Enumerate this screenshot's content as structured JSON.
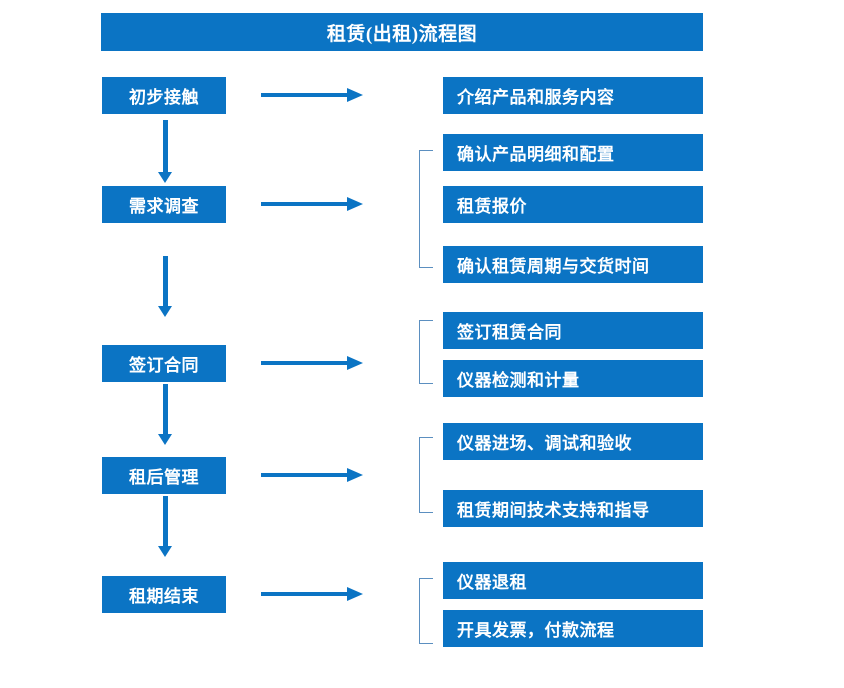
{
  "theme": {
    "box_fill": "#0B74C4",
    "box_text": "#FFFFFF",
    "arrow_color": "#0B74C4",
    "bracket_color": "#5B8FC0",
    "background": "#FFFFFF"
  },
  "title": "租赁(出租)流程图",
  "chart_data": {
    "type": "diagram",
    "title": "租赁(出租)流程图",
    "orientation": "vertical-main-flow-with-horizontal-detail-branches",
    "stages": [
      {
        "id": "stage-1",
        "label": "初步接触",
        "details": [
          "介绍产品和服务内容"
        ],
        "has_bracket": false
      },
      {
        "id": "stage-2",
        "label": "需求调查",
        "details": [
          "确认产品明细和配置",
          "租赁报价",
          "确认租赁周期与交货时间"
        ],
        "has_bracket": true
      },
      {
        "id": "stage-3",
        "label": "签订合同",
        "details": [
          "签订租赁合同",
          "仪器检测和计量"
        ],
        "has_bracket": true
      },
      {
        "id": "stage-4",
        "label": "租后管理",
        "details": [
          "仪器进场、调试和验收",
          "租赁期间技术支持和指导"
        ],
        "has_bracket": true
      },
      {
        "id": "stage-5",
        "label": "租期结束",
        "details": [
          "仪器退租",
          "开具发票，付款流程"
        ],
        "has_bracket": true
      }
    ],
    "flow_order": [
      "初步接触",
      "需求调查",
      "签订合同",
      "租后管理",
      "租期结束"
    ]
  }
}
